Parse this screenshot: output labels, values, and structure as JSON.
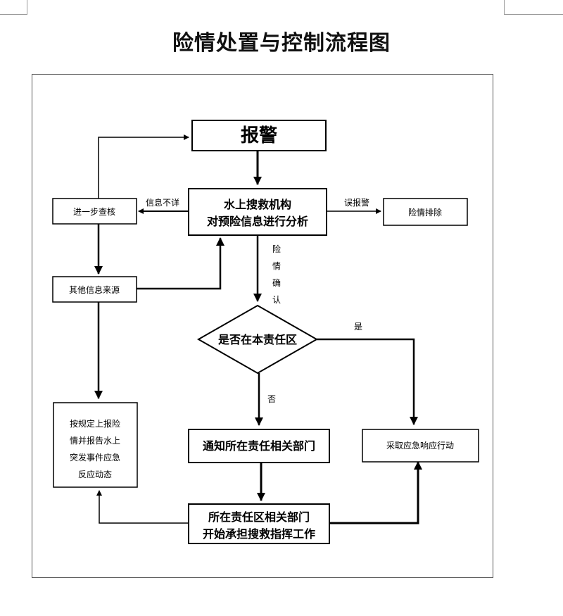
{
  "title": "险情处置与控制流程图",
  "nodes": {
    "alarm": "报警",
    "rescue_agency": [
      "水上搜救机构",
      "对预险信息进行分析"
    ],
    "danger_cleared": "险情排除",
    "further_check": "进一步查核",
    "other_sources": "其他信息来源",
    "decision": "是否在本责任区",
    "notify_dept": "通知所在责任相关部门",
    "take_action": "采取应急响应行动",
    "report_up": [
      "按规定上报险",
      "情并报告水上",
      "突发事件应急",
      "反应动态"
    ],
    "dept_start": [
      "所在责任区相关部门",
      "开始承担搜救指挥工作"
    ]
  },
  "edge_labels": {
    "info_incomplete": "信息不详",
    "false_alarm": "误报警",
    "danger_confirmed": [
      "险",
      "情",
      "确",
      "认"
    ],
    "yes": "是",
    "no": "否"
  }
}
